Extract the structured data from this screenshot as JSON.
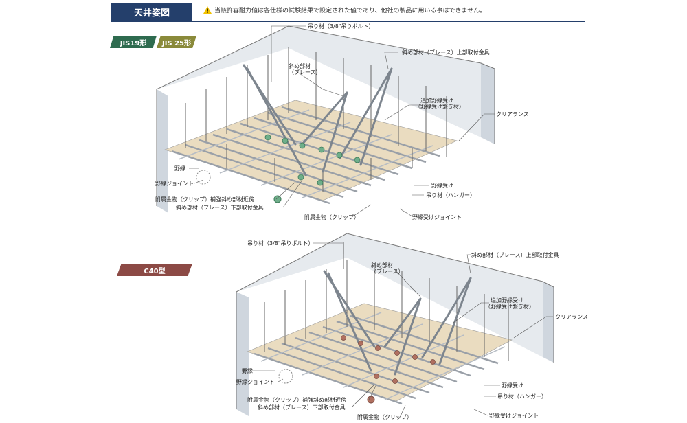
{
  "header": {
    "title": "天井姿図",
    "warning": "当該許容耐力値は各仕様の試験結果で設定された値であり、他社の製品に用いる事はできません。"
  },
  "badges": {
    "jis19": "JIS19形",
    "jis25": "JIS 25形",
    "c40": "C40型"
  },
  "top_labels": {
    "hanger_bolt": "吊り材（3/8\"吊りボルト）",
    "brace_top": "斜め部材（ブレース）上部取付金具",
    "brace_1": "斜め部材",
    "brace_2": "（ブレース）",
    "extra_1": "追加野縁受け",
    "extra_2": "（野縁受け繋ぎ材）",
    "clearance": "クリアランス",
    "noen": "野縁",
    "noen_joint": "野縁ジョイント",
    "clip_reinforce": "附属金物（クリップ）補強斜め部材近傍",
    "brace_bottom": "斜め部材（ブレース）下部取付金具",
    "clip": "附属金物（クリップ）",
    "noen_uke": "野縁受け",
    "hanger": "吊り材（ハンガー）",
    "noen_uke_joint": "野縁受けジョイント"
  },
  "bottom_labels": {
    "hanger_bolt": "吊り材（3/8\"吊りボルト）",
    "brace_top": "斜め部材（ブレース）上部取付金具",
    "brace_1": "斜め部材",
    "brace_2": "（ブレース）",
    "extra_1": "追加野縁受け",
    "extra_2": "（野縁受け繋ぎ材）",
    "clearance": "クリアランス",
    "noen": "野縁",
    "noen_joint": "野縁ジョイント",
    "clip_reinforce": "附属金物（クリップ）補強斜め部材近傍",
    "brace_bottom": "斜め部材（ブレース）下部取付金具",
    "clip": "附属金物（クリップ）",
    "noen_uke": "野縁受け",
    "hanger": "吊り材（ハンガー）",
    "noen_uke_joint": "野縁受けジョイント"
  },
  "colors": {
    "header": "#243f6b",
    "jis19": "#2e6b4f",
    "jis25": "#8a8a3a",
    "c40": "#8c4a45",
    "board": "#eadcc0",
    "steel": "#9aa0a8",
    "clip_green": "#6fae8a",
    "clip_brown": "#b07060"
  }
}
